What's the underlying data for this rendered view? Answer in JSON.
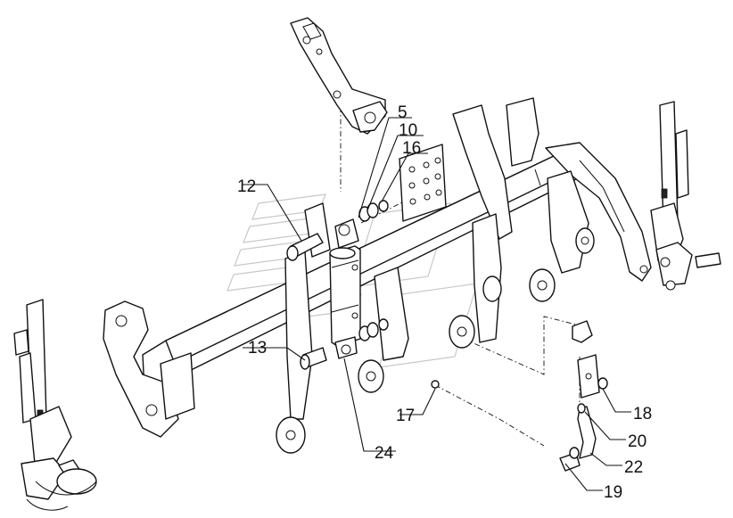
{
  "diagram": {
    "labels": {
      "p5": "5",
      "p10": "10",
      "p16": "16",
      "p12": "12",
      "p13": "13",
      "p17": "17",
      "p18": "18",
      "p19": "19",
      "p20": "20",
      "p22": "22",
      "p24": "24"
    }
  }
}
